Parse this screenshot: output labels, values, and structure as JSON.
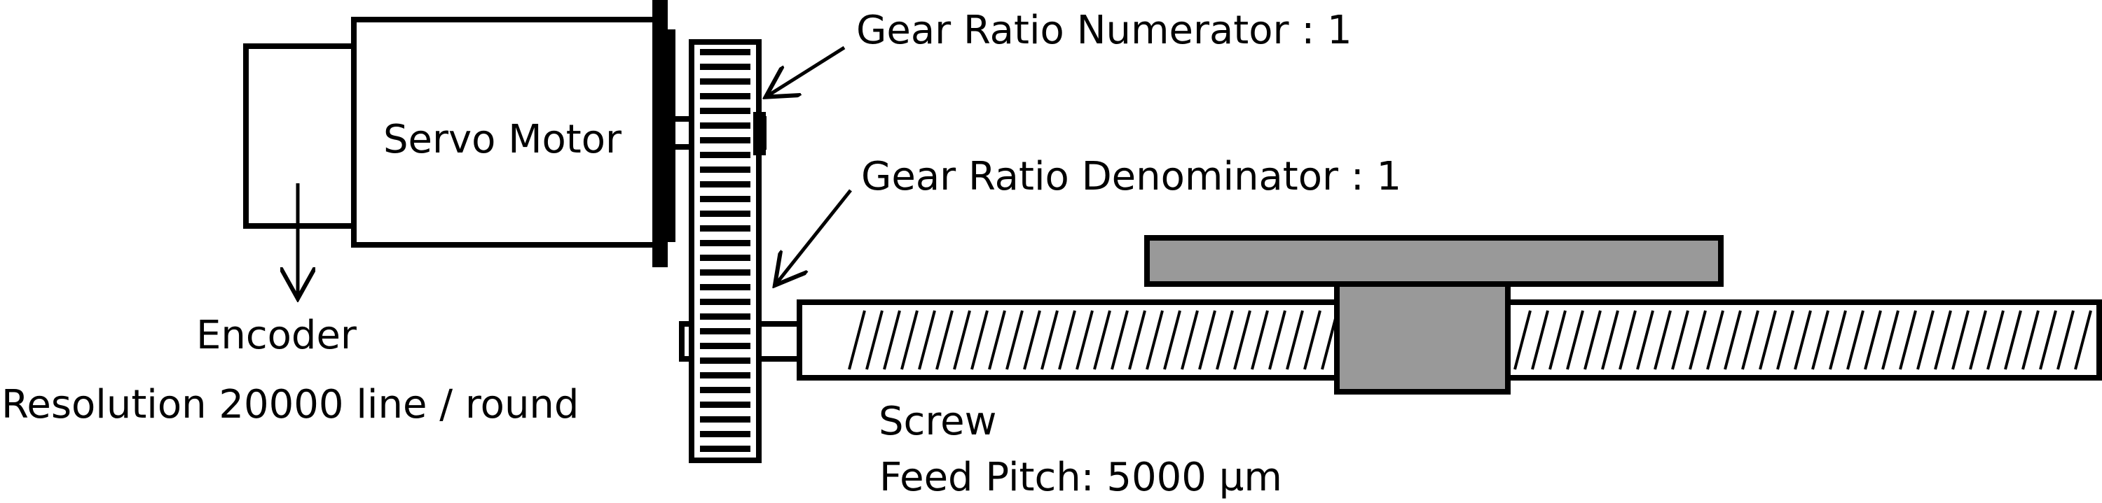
{
  "motor": {
    "label": "Servo Motor"
  },
  "encoder": {
    "title": "Encoder",
    "resolution": "Resolution 20000 line / round"
  },
  "gear": {
    "numerator_label": "Gear Ratio Numerator : 1",
    "denominator_label": "Gear Ratio Denominator : 1"
  },
  "screw": {
    "title": "Screw",
    "feed_pitch": "Feed Pitch: 5000 µm"
  },
  "colors": {
    "line": "#000000",
    "carriage_fill": "#999999",
    "background": "#ffffff"
  }
}
